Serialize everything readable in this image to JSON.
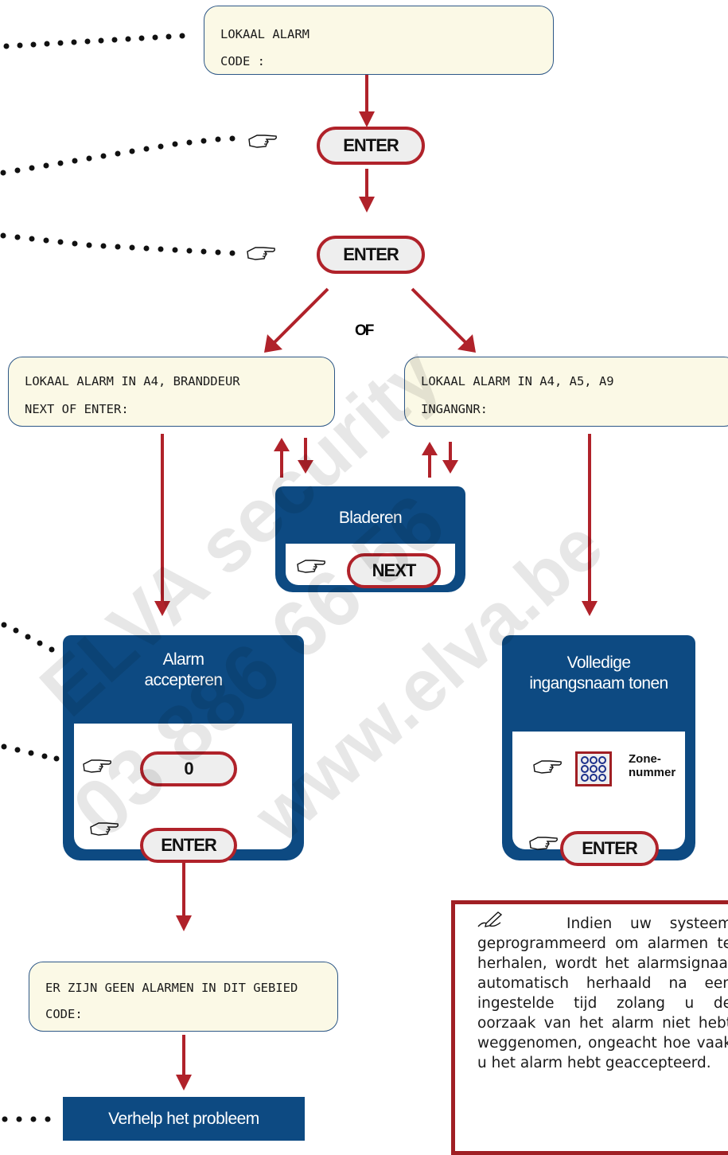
{
  "lcd_top": {
    "line1": "LOKAAL ALARM",
    "line2": "CODE :"
  },
  "lcd_left": {
    "line1": "LOKAAL ALARM IN A4, BRANDDEUR",
    "line2": "NEXT OF ENTER:"
  },
  "lcd_right": {
    "line1": "LOKAAL ALARM IN A4, A5, A9",
    "line2": "INGANGNR:"
  },
  "lcd_bottom": {
    "line1": "ER ZIJN GEEN ALARMEN IN DIT GEBIED",
    "line2": "CODE:"
  },
  "buttons": {
    "enter": "ENTER",
    "next": "NEXT",
    "zero": "0"
  },
  "branch_label": "OF",
  "panel_browse": {
    "title": "Bladeren"
  },
  "panel_accept": {
    "title_line1": "Alarm",
    "title_line2": "accepteren"
  },
  "panel_full": {
    "title_line1": "Volledige",
    "title_line2": "ingangsnaam tonen",
    "zone_line1": "Zone-",
    "zone_line2": "nummer"
  },
  "final_step": "Verhelp het probleem",
  "note": {
    "icon": "pencil-writing-icon",
    "text": "Indien uw systeem geprogrammeerd om alarmen te herhalen, wordt het alarmsignaal automatisch herhaald na een ingestelde tijd zolang u de oorzaak van het alarm niet hebt weggenomen, ongeacht hoe vaak u het alarm hebt geaccepteerd."
  },
  "watermark": {
    "line1": "ELVA security",
    "line2": "03 886 66 56",
    "line3": "www.elva.be"
  },
  "colors": {
    "arrow": "#b0222a",
    "panel": "#0d4a82",
    "lcd_bg": "#fbf9e6",
    "lcd_border": "#2d5787"
  }
}
